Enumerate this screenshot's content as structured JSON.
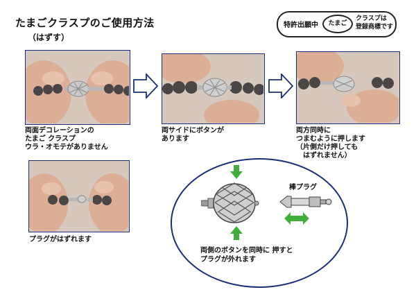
{
  "page": {
    "title": "たまごクラスプのご使用方法",
    "subtitle": "（はずす）"
  },
  "badge": {
    "left_text": "特許出願中",
    "oval_text": "たまご",
    "right_line1": "クラスプは",
    "right_line2": "登録商標です"
  },
  "steps": [
    {
      "caption": "両面デコレーションの\nたまご クラスプ\nウラ・オモテがありません"
    },
    {
      "caption": "両サイドにボタンが\nあります"
    },
    {
      "caption": "両方同時に\nつまむように押します\n（片側だけ押しても\n　はずれません）"
    },
    {
      "caption": "プラグがはずれます"
    }
  ],
  "detail": {
    "bar_plug_label": "棒プラグ",
    "caption": "両側のボタンを同時に 押すと\nプラグが外れます"
  },
  "colors": {
    "frame_blue": "#1b2d7a",
    "arrow_green": "#3fae3a",
    "skin": "#e0b29c",
    "pearl": "#4a4646"
  }
}
